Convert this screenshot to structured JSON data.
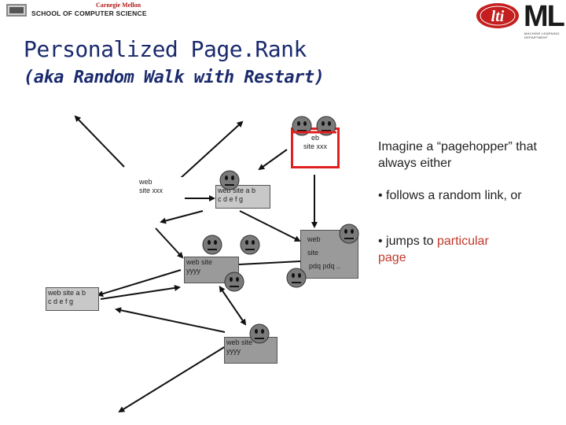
{
  "header": {
    "university": "Carnegie Mellon",
    "school": "SCHOOL OF COMPUTER SCIENCE",
    "logo_lti": "lti",
    "logo_ml": "ML",
    "logo_ml_sub": "MACHINE LEARNING DEPARTMENT"
  },
  "title": "Personalized Page.Rank",
  "subtitle": "(aka Random Walk with Restart)",
  "nodes": {
    "top_red": "web site xxx",
    "top_red_l1": "eb",
    "top_red_l2": "site xxx",
    "left_xxx_l1": "web",
    "left_xxx_l2": "site xxx",
    "center_abcdefg_l1": "web site a b",
    "center_abcdefg_l2": "c d e f g",
    "right_pdq_l1": "web",
    "right_pdq_l2": "site",
    "right_pdq_l3": "pdq pdq ..",
    "mid_yyyy_l1": "web site",
    "mid_yyyy_l2": "yyyy",
    "left_abcdefg_l1": "web site a b",
    "left_abcdefg_l2": "c d e f g",
    "bottom_yyyy_l1": "web site",
    "bottom_yyyy_l2": "yyyy"
  },
  "text": {
    "intro": "Imagine a “pagehopper” that always either",
    "bullet1": "• follows a random link, or",
    "bullet2_prefix": "• jumps to ",
    "bullet2_highlight": "particular",
    "bullet2_suffix": "page"
  },
  "colors": {
    "title": "#1a2a6c",
    "accent": "#c0392b",
    "red_box": "#e02020",
    "cmu_red": "#b31b1b"
  }
}
